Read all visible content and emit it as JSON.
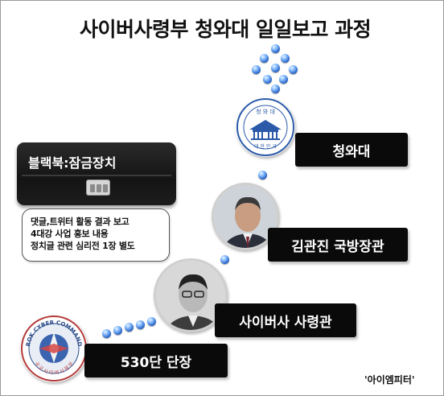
{
  "title": "사이버사령부 청와대 일일보고 과정",
  "steps": [
    {
      "label": "530단 단장"
    },
    {
      "label": "사이버사 사령관"
    },
    {
      "label": "김관진 국방장관"
    },
    {
      "label": "청와대"
    }
  ],
  "cyber_command_seal": {
    "top_text": "ROK CYBER COMMAND",
    "bottom_text": "국 군 사 이 버 사 령 부",
    "icon": "cyber-command-emblem-icon"
  },
  "blue_house_seal": {
    "top_text": "청 와 대",
    "bottom_text": "대 한 민 국",
    "icon": "blue-house-emblem-icon"
  },
  "blackbook": {
    "label": "블랙북:잠금장치",
    "note_lines": [
      "댓글,트위터 활동 결과 보고",
      "4대강 사업 홍보 내용",
      "정치글 관련 심리전 1장 별도"
    ]
  },
  "credit": "'아이엠피터'",
  "colors": {
    "box": "#0a0a0a",
    "box_text": "#ffffff",
    "dot": "#2a66c8"
  }
}
